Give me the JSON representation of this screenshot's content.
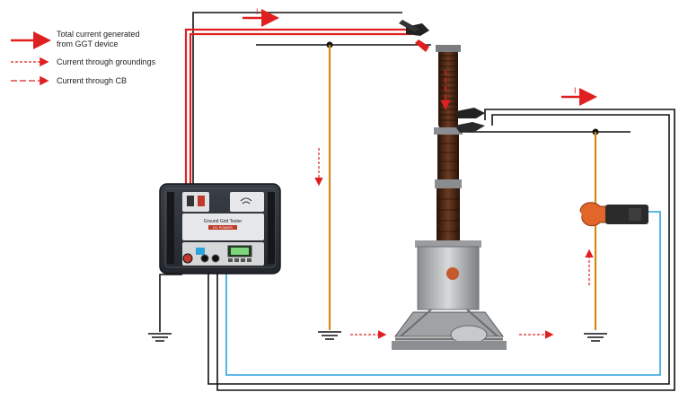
{
  "legend": {
    "items": [
      {
        "text_lines": [
          "Total current generated",
          "from GGT device"
        ],
        "style": "solid"
      },
      {
        "text_lines": [
          "Current through groundings"
        ],
        "style": "dashed"
      },
      {
        "text_lines": [
          "Current through CB"
        ],
        "style": "dash-dot"
      }
    ]
  },
  "current_labels": {
    "top": "I",
    "right": "I"
  },
  "device": {
    "model_title": "Ground Grid Tester",
    "brand_label": "DV POWER"
  },
  "colors": {
    "total_current": "#e02020",
    "ground_wire": "#d48a1a",
    "blue_wire": "#29a3dd",
    "black_wire": "#111111",
    "device_body": "#2b2f36",
    "bushing": "#4a2a1a"
  },
  "icons": [
    "ground-symbol-icon",
    "current-clamp-icon",
    "crocodile-clip-icon",
    "wifi-icon"
  ]
}
